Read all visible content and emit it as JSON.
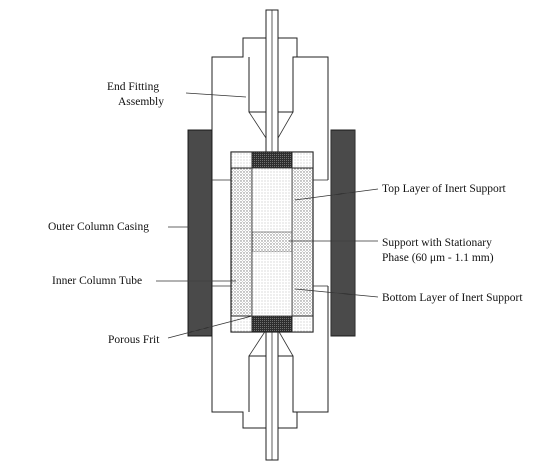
{
  "labels": {
    "end_fitting_line1": "End Fitting",
    "end_fitting_line2": "Assembly",
    "outer_casing": "Outer Column Casing",
    "inner_tube": "Inner Column Tube",
    "porous_frit": "Porous Frit",
    "top_layer": "Top Layer of Inert Support",
    "support_line1": "Support with Stationary",
    "support_line2": "Phase (60 μm - 1.1 mm)",
    "bottom_layer": "Bottom Layer of Inert Support"
  }
}
